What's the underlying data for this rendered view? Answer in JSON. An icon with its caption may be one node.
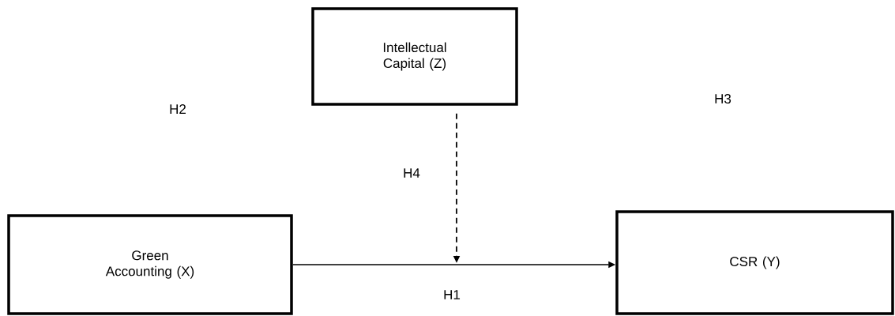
{
  "diagram": {
    "nodes": [
      {
        "text": [
          "Intellectual Capital (Z)"
        ]
      },
      {
        "text": [
          "Green Accounting (X)"
        ]
      },
      {
        "text": [
          "CSR (Y)"
        ]
      }
    ],
    "edges": [
      {
        "from": 1,
        "to": 2,
        "arrow": "to",
        "label": "H1"
      },
      {
        "from": 0,
        "to": null,
        "arrow": "to",
        "style": "dashed",
        "label": "H4"
      }
    ],
    "labels": [
      "H2",
      "H3"
    ]
  }
}
